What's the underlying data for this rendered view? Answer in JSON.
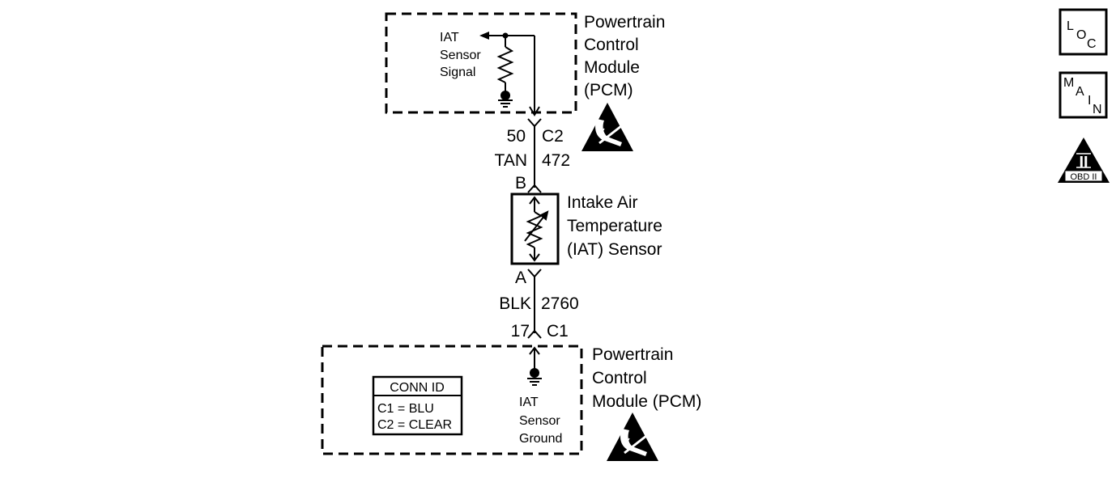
{
  "pcm_top": {
    "title_lines": [
      "Powertrain",
      "Control",
      "Module",
      "(PCM)"
    ],
    "signal_label_lines": [
      "IAT",
      "Sensor",
      "Signal"
    ]
  },
  "wire_upper": {
    "pin": "50",
    "connector": "C2",
    "color": "TAN",
    "circuit": "472",
    "sensor_pin": "B"
  },
  "iat_sensor": {
    "label_lines": [
      "Intake Air",
      "Temperature",
      "(IAT) Sensor"
    ]
  },
  "wire_lower": {
    "sensor_pin": "A",
    "color": "BLK",
    "circuit": "2760",
    "pin": "17",
    "connector": "C1"
  },
  "pcm_bottom": {
    "title_lines": [
      "Powertrain",
      "Control",
      "Module (PCM)"
    ],
    "ground_label_lines": [
      "IAT",
      "Sensor",
      "Ground"
    ]
  },
  "conn_id": {
    "header": "CONN ID",
    "rows": [
      "C1 = BLU",
      "C2 = CLEAR"
    ]
  },
  "nav": {
    "loc": [
      "L",
      "O",
      "C"
    ],
    "main": [
      "M",
      "A",
      "I",
      "N"
    ],
    "obd_numeral": "II",
    "obd_label": "OBD II"
  }
}
